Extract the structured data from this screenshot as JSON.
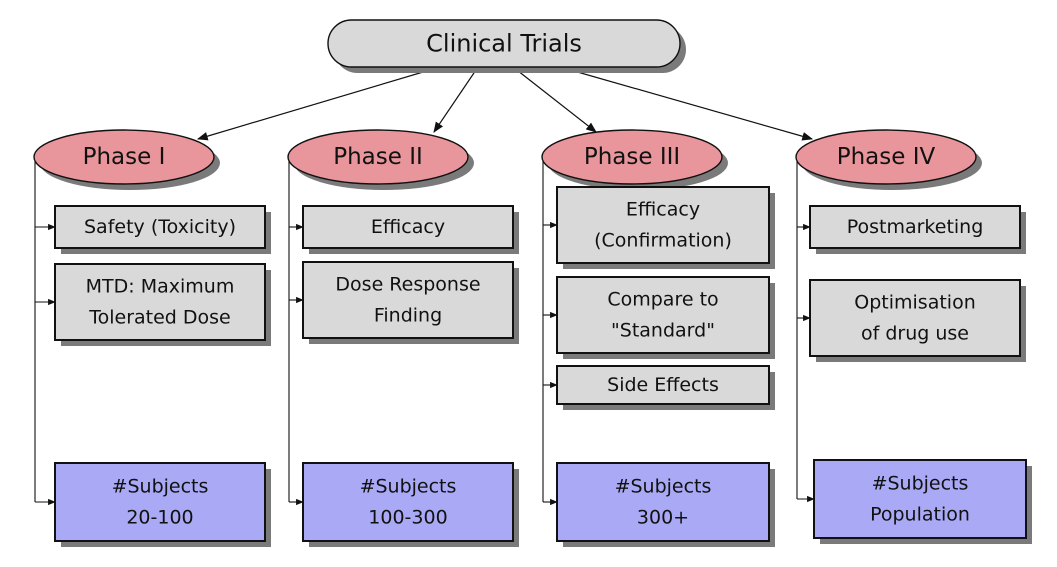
{
  "root": {
    "label": "Clinical Trials"
  },
  "colors": {
    "root_fill": "#d9d9d9",
    "phase_fill": "#e8959b",
    "item_fill": "#d9d9d9",
    "subjects_fill": "#a9a9f5",
    "stroke": "#111111",
    "shadow": "#7a7a7a"
  },
  "phases": [
    {
      "label": "Phase I",
      "items": [
        [
          "Safety (Toxicity)"
        ],
        [
          "MTD: Maximum",
          "Tolerated Dose"
        ]
      ],
      "subjects": [
        "#Subjects",
        "20-100"
      ]
    },
    {
      "label": "Phase II",
      "items": [
        [
          "Efficacy"
        ],
        [
          "Dose Response",
          "Finding"
        ]
      ],
      "subjects": [
        "#Subjects",
        "100-300"
      ]
    },
    {
      "label": "Phase III",
      "items": [
        [
          "Efficacy",
          "(Confirmation)"
        ],
        [
          "Compare to",
          "\"Standard\""
        ],
        [
          "Side Effects"
        ]
      ],
      "subjects": [
        "#Subjects",
        "300+"
      ]
    },
    {
      "label": "Phase IV",
      "items": [
        [
          "Postmarketing"
        ],
        [
          "Optimisation",
          "of drug use"
        ]
      ],
      "subjects": [
        "#Subjects",
        "Population"
      ]
    }
  ]
}
